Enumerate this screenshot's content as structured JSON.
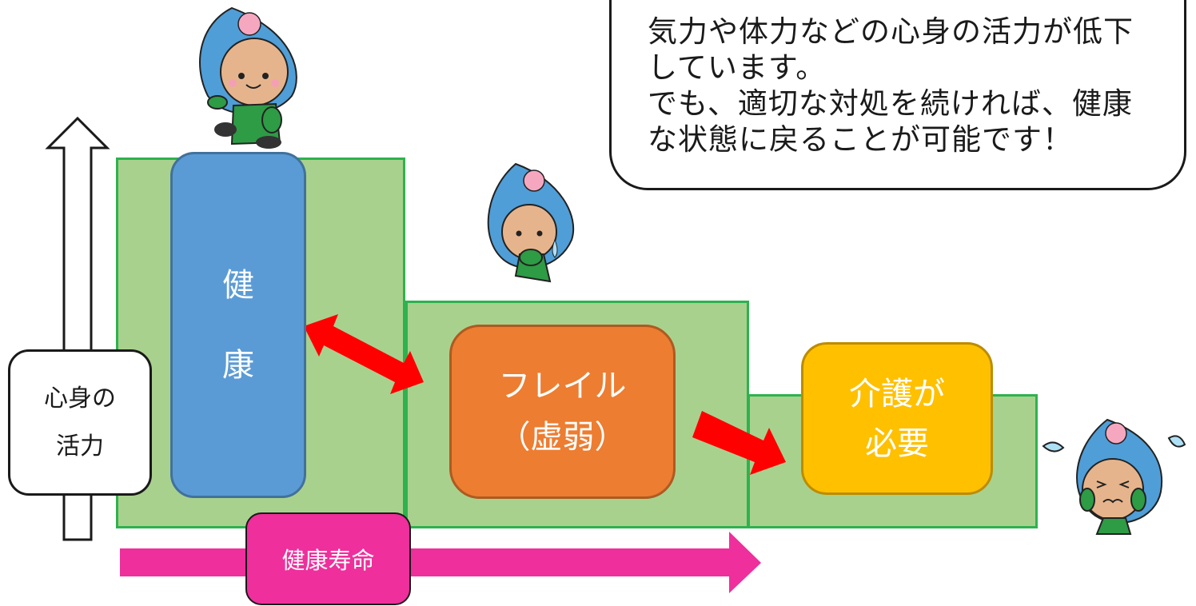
{
  "callout": {
    "lines": [
      "気力や体力などの心身の活力が低下",
      "しています。",
      "でも、適切な対処を続ければ、健康",
      "な状態に戻ることが可能です！"
    ]
  },
  "vertical_axis": {
    "label": "心身の\n活力"
  },
  "steps": {
    "healthy": {
      "label": "健\n\n康",
      "color": "#5b9bd5"
    },
    "frailty": {
      "label": "フレイル\n（虚弱）",
      "color": "#ed7d31"
    },
    "care": {
      "label": "介護が\n必要",
      "color": "#ffc000"
    }
  },
  "healthy_life": {
    "label": "健康寿命",
    "color": "#ee2f9c"
  },
  "colors": {
    "step_fill": "#a9d18e",
    "step_border": "#2eb24f",
    "arrow_red": "#ff0000",
    "mascot_blue": "#4f9ed7",
    "mascot_skin": "#e6b48c",
    "mascot_green": "#2e9b45"
  }
}
